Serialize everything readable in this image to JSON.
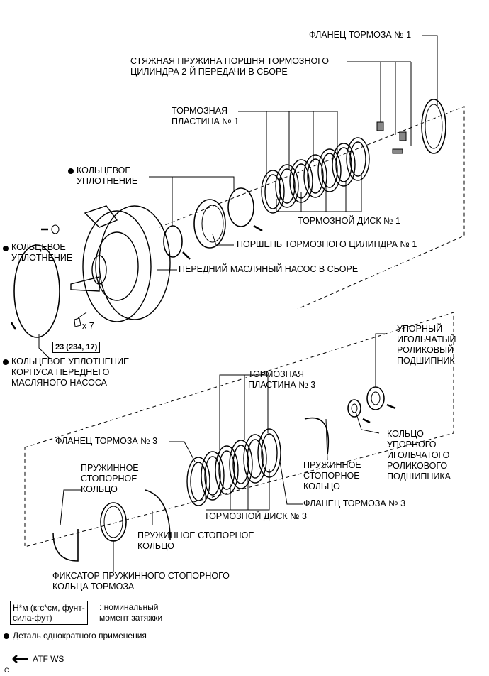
{
  "labels": {
    "brake_flange_1": "ФЛАНЕЦ ТОРМОЗА № 1",
    "piston_spring": "СТЯЖНАЯ ПРУЖИНА ПОРШНЯ ТОРМОЗНОГО\nЦИЛИНДРА 2-Й ПЕРЕДАЧИ В СБОРЕ",
    "brake_plate_1": "ТОРМОЗНАЯ\nПЛАСТИНА № 1",
    "o_ring_top": "КОЛЬЦЕВОЕ\nУПЛОТНЕНИЕ",
    "brake_disc_1": "ТОРМОЗНОЙ ДИСК № 1",
    "o_ring_left": "КОЛЬЦЕВОЕ\nУПЛОТНЕНИЕ",
    "piston_1": "ПОРШЕНЬ ТОРМОЗНОГО ЦИЛИНДРА № 1",
    "front_pump": "ПЕРЕДНИЙ МАСЛЯНЫЙ НАСОС В СБОРЕ",
    "bolt_qty": "x 7",
    "torque_value": "23 (234, 17)",
    "pump_body_oring": "КОЛЬЦЕВОЕ УПЛОТНЕНИЕ\nКОРПУСА ПЕРЕДНЕГО\nМАСЛЯНОГО НАСОСА",
    "thrust_bearing": "УПОРНЫЙ\nИГОЛЬЧАТЫЙ\nРОЛИКОВЫЙ\nПОДШИПНИК",
    "brake_plate_3": "ТОРМОЗНАЯ\nПЛАСТИНА № 3",
    "bearing_race": "КОЛЬЦО\nУПОРНОГО\nИГОЛЬЧАТОГО\nРОЛИКОВОГО\nПОДШИПНИКА",
    "brake_flange_3_top": "ФЛАНЕЦ ТОРМОЗА № 3",
    "snap_ring_right": "ПРУЖИННОЕ\nСТОПОРНОЕ\nКОЛЬЦО",
    "snap_ring_left": "ПРУЖИННОЕ\nСТОПОРНОЕ\nКОЛЬЦО",
    "brake_flange_3_bottom": "ФЛАНЕЦ ТОРМОЗА № 3",
    "brake_disc_3": "ТОРМОЗНОЙ ДИСК № 3",
    "snap_ring_mid": "ПРУЖИННОЕ СТОПОРНОЕ\nКОЛЬЦО",
    "snap_ring_retainer": "ФИКСАТОР ПРУЖИННОГО СТОПОРНОГО\nКОЛЬЦА ТОРМОЗА"
  },
  "legend": {
    "torque_units": "Н*м (кгс*см, фунт-\nсила-фут)",
    "torque_desc": ": номинальный\nмомент затяжки",
    "non_reusable": "Деталь однократного применения",
    "atf": "ATF WS",
    "figure_code": "C"
  },
  "colors": {
    "line": "#000000",
    "fill": "#ffffff"
  },
  "icons": [
    "non-reusable-dot-icon",
    "atf-arrow-icon",
    "bolt-icon"
  ]
}
